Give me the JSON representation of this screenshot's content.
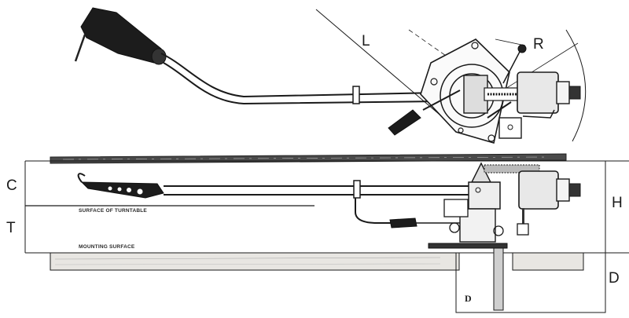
{
  "labels": {
    "L": "L",
    "R": "R",
    "C": "C",
    "T": "T",
    "H": "H",
    "D": "D",
    "D_pillar": "D",
    "surface_of_turntable": "SURFACE OF TURNTABLE",
    "mounting_surface": "MOUNTING SURFACE"
  }
}
